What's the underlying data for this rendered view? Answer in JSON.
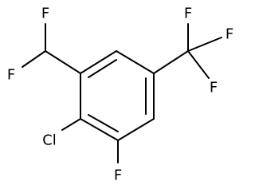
{
  "molecule": {
    "atoms": {
      "f_top": "F",
      "f_left": "F",
      "cl": "Cl",
      "f_bottom": "F",
      "f_cf3_top": "F",
      "f_cf3_right": "F",
      "f_cf3_bottom": "F"
    }
  }
}
